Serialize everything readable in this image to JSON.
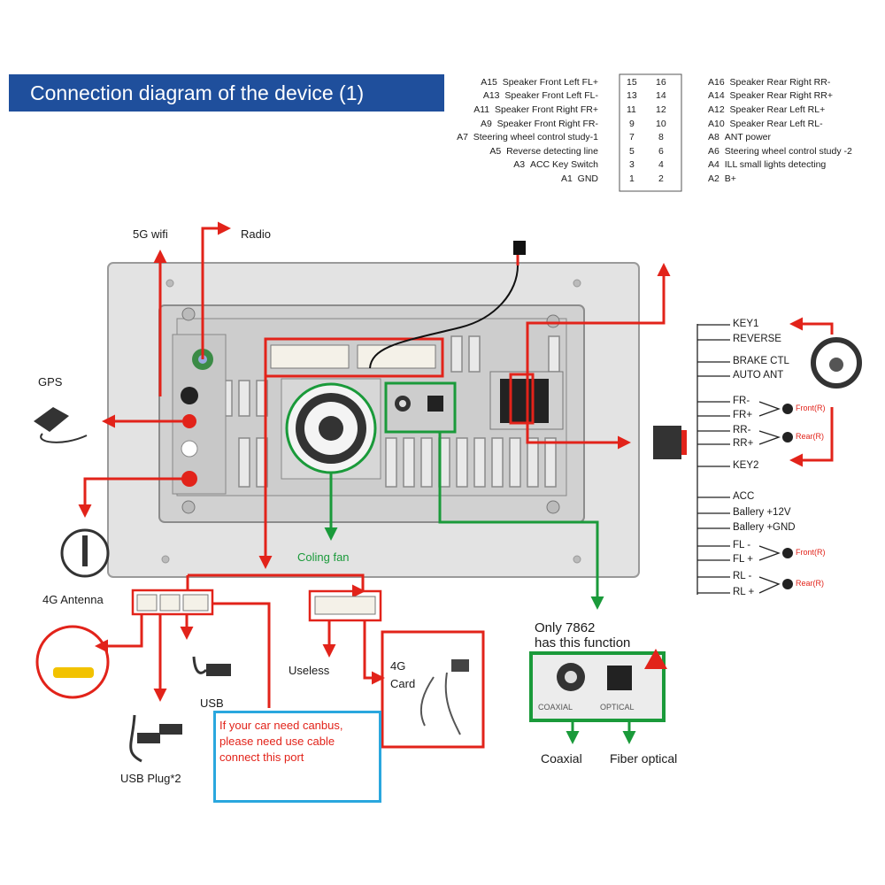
{
  "title": "Connection diagram of the device (1)",
  "colors": {
    "title_bg": "#1f4f9c",
    "arrow_red": "#e2231a",
    "arrow_green": "#1a9a3a",
    "note_border": "#2aa7de"
  },
  "pin_table": {
    "left": [
      {
        "code": "A15",
        "label": "Speaker Front Left FL+"
      },
      {
        "code": "A13",
        "label": "Speaker Front Left FL-"
      },
      {
        "code": "A11",
        "label": "Speaker Front Right FR+"
      },
      {
        "code": "A9",
        "label": "Speaker Front Right FR-"
      },
      {
        "code": "A7",
        "label": "Steering wheel control study-1"
      },
      {
        "code": "A5",
        "label": "Reverse detecting line"
      },
      {
        "code": "A3",
        "label": "ACC Key Switch"
      },
      {
        "code": "A1",
        "label": "GND"
      }
    ],
    "right": [
      {
        "code": "A16",
        "label": "Speaker Rear Right RR-"
      },
      {
        "code": "A14",
        "label": "Speaker Rear Right RR+"
      },
      {
        "code": "A12",
        "label": "Speaker Rear Left RL+"
      },
      {
        "code": "A10",
        "label": "Speaker Rear Left RL-"
      },
      {
        "code": "A8",
        "label": "ANT power"
      },
      {
        "code": "A6",
        "label": "Steering wheel control study -2"
      },
      {
        "code": "A4",
        "label": "ILL small lights detecting"
      },
      {
        "code": "A2",
        "label": "B+"
      }
    ],
    "pins_left": [
      "15",
      "13",
      "11",
      "9",
      "7",
      "5",
      "3",
      "1"
    ],
    "pins_right": [
      "16",
      "14",
      "12",
      "10",
      "8",
      "6",
      "4",
      "2"
    ]
  },
  "labels": {
    "wifi": "5G wifi",
    "radio": "Radio",
    "gps": "GPS",
    "antenna_4g": "4G Antenna",
    "cooling_fan": "Coling fan",
    "useless": "Useless",
    "card_4g_line1": "4G",
    "card_4g_line2": "Card",
    "usb": "USB",
    "usb_plug": "USB Plug*2",
    "only_line1": "Only 7862",
    "only_line2": "has this function",
    "coaxial": "Coaxial",
    "fiber": "Fiber optical",
    "panel_coaxial": "COAXIAL",
    "panel_optical": "OPTICAL"
  },
  "canbus_note": {
    "line1": "If your car need canbus,",
    "line2": "please need use cable",
    "line3": "connect this port"
  },
  "harness": [
    "KEY1",
    "REVERSE",
    "BRAKE CTL",
    "AUTO ANT",
    "FR-",
    "FR+",
    "RR-",
    "RR+",
    "KEY2",
    "ACC",
    "Ballery +12V",
    "Ballery +GND",
    "FL -",
    "FL +",
    "RL -",
    "RL +"
  ],
  "speakers": {
    "front": "Front(R)",
    "rear": "Rear(R)"
  }
}
